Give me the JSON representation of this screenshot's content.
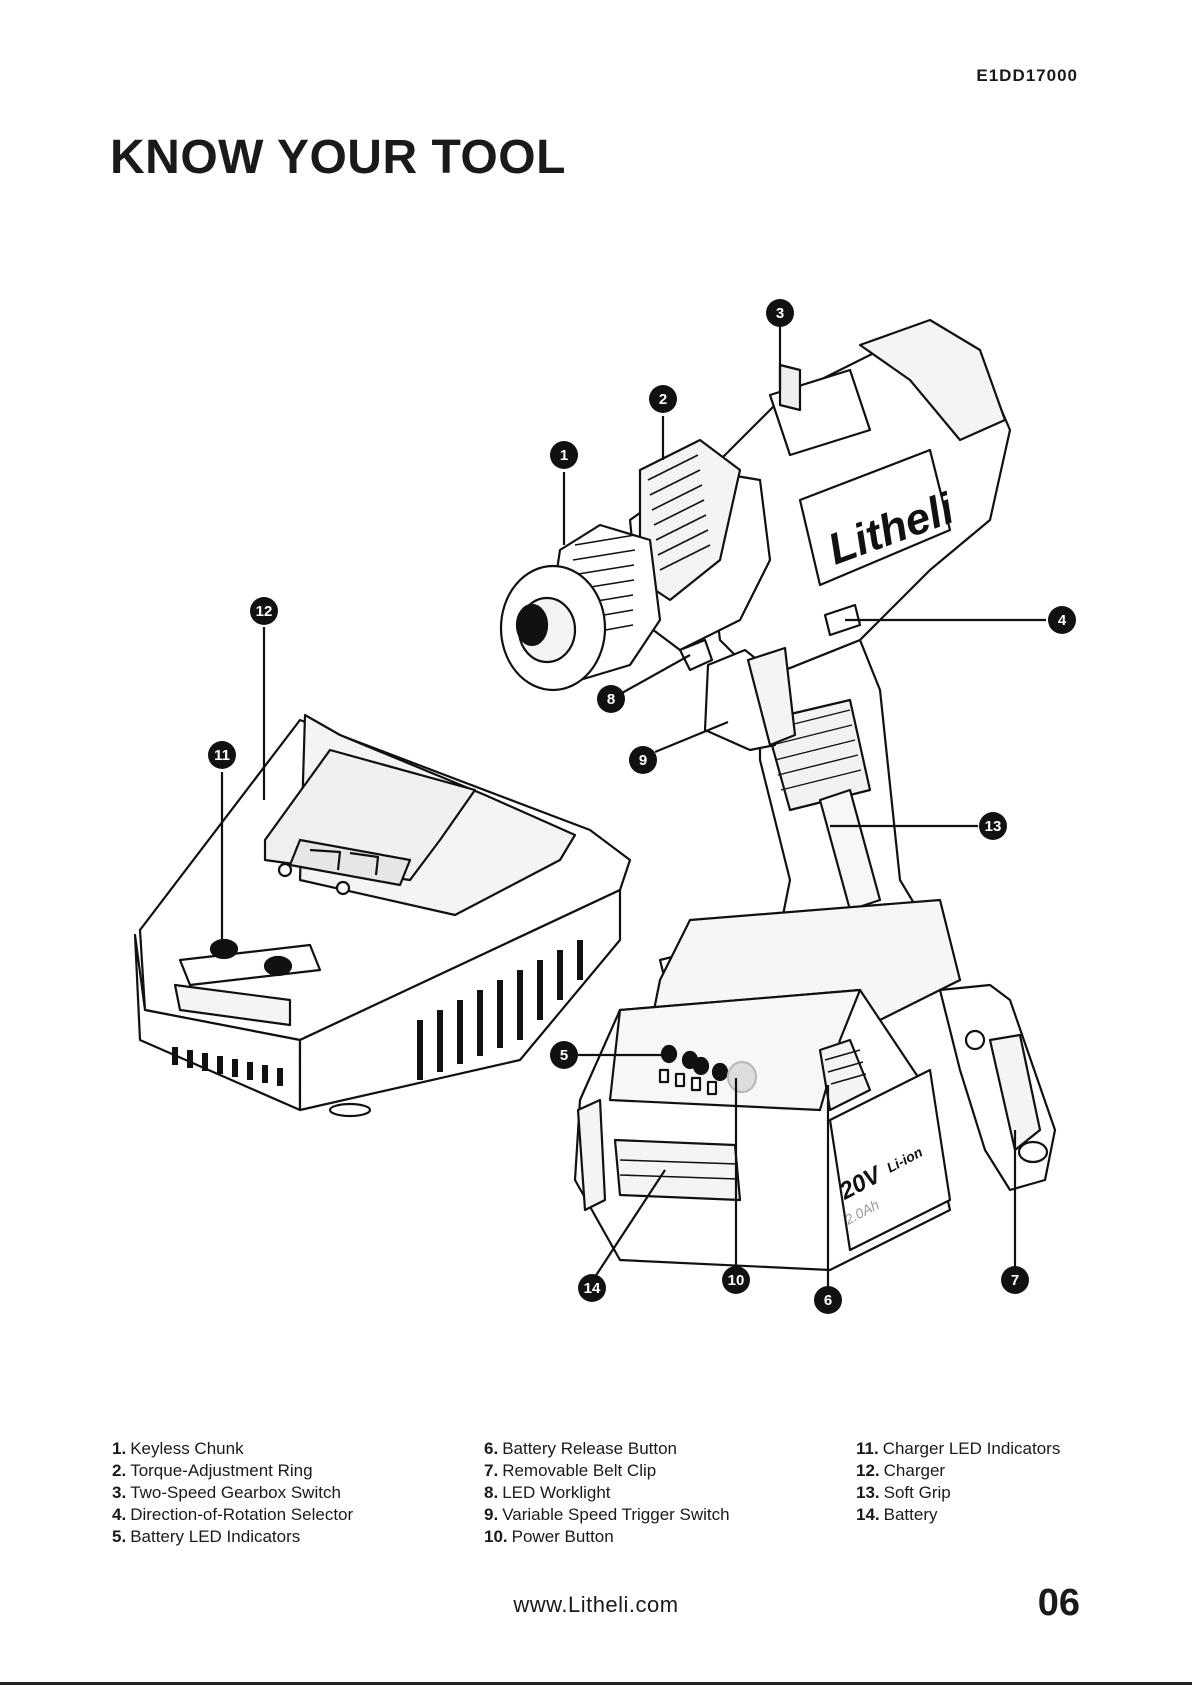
{
  "header": {
    "model_code": "E1DD17000",
    "title": "KNOW YOUR TOOL"
  },
  "illustration": {
    "drill_brand": "Litheli",
    "battery_voltage": "20V",
    "battery_chem": "Li-ion",
    "battery_capacity": "2.0Ah",
    "callouts": [
      "1",
      "2",
      "3",
      "4",
      "5",
      "6",
      "7",
      "8",
      "9",
      "10",
      "11",
      "12",
      "13",
      "14"
    ]
  },
  "parts": {
    "column1": [
      {
        "num": "1.",
        "label": "Keyless Chunk"
      },
      {
        "num": "2.",
        "label": "Torque-Adjustment Ring"
      },
      {
        "num": "3.",
        "label": "Two-Speed Gearbox Switch"
      },
      {
        "num": "4.",
        "label": "Direction-of-Rotation Selector"
      },
      {
        "num": "5.",
        "label": "Battery LED Indicators"
      }
    ],
    "column2": [
      {
        "num": "6.",
        "label": "Battery Release Button"
      },
      {
        "num": "7.",
        "label": "Removable Belt Clip"
      },
      {
        "num": "8.",
        "label": "LED Worklight"
      },
      {
        "num": "9.",
        "label": "Variable Speed Trigger Switch"
      },
      {
        "num": "10.",
        "label": "Power Button"
      }
    ],
    "column3": [
      {
        "num": "11.",
        "label": "Charger LED Indicators"
      },
      {
        "num": "12.",
        "label": "Charger"
      },
      {
        "num": "13.",
        "label": "Soft Grip"
      },
      {
        "num": "14.",
        "label": "Battery"
      }
    ]
  },
  "footer": {
    "website": "www.Litheli.com",
    "page_number": "06"
  }
}
